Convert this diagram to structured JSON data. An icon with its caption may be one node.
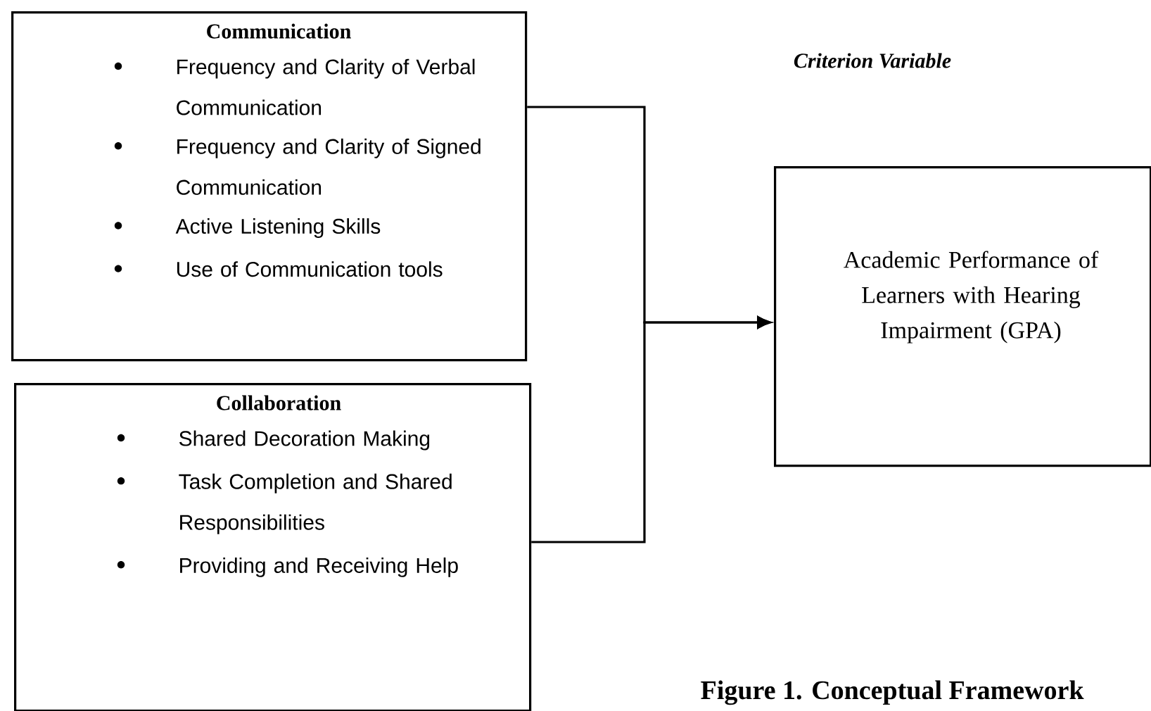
{
  "diagram": {
    "caption": "Figure 1. Conceptual Framework",
    "nodes": [
      {
        "text": [
          "Communication",
          "Frequency and Clarity of Verbal Communication",
          "Frequency and Clarity of Signed Communication",
          "Active Listening Skills",
          "Use of Communication tools"
        ]
      },
      {
        "text": [
          "Collaboration",
          "Shared Decoration Making",
          "Task Completion and Shared Responsibilities",
          "Providing and Receiving Help"
        ]
      },
      {
        "text": [
          "Academic Performance of Learners with Hearing Impairment (GPA)"
        ]
      }
    ],
    "edges": [
      {
        "from": 0,
        "to": 2,
        "arrow": "to"
      },
      {
        "from": 1,
        "to": 2,
        "arrow": "to"
      }
    ],
    "labels": [
      "Criterion Variable"
    ]
  }
}
